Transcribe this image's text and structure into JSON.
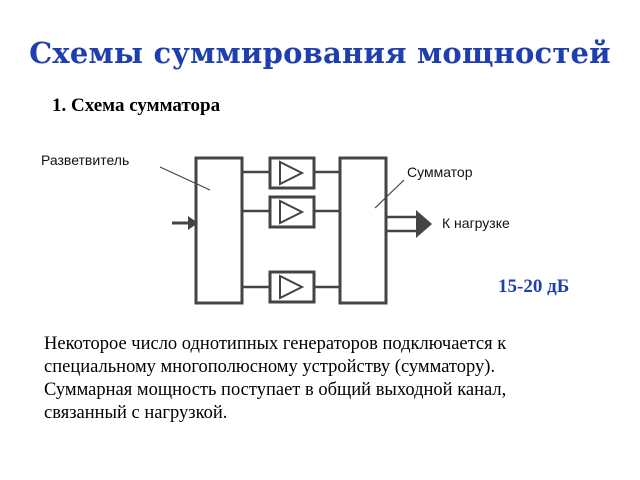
{
  "slide": {
    "title": "Схемы суммирования мощностей",
    "subtitle": "1. Схема сумматора",
    "labels": {
      "splitter": "Разветвитель",
      "combiner": "Сумматор",
      "to_load": "К нагрузке"
    },
    "gain": "15-20 дБ",
    "description_lines": [
      "Некоторое число однотипных генераторов подключается к",
      "специальному многополюсному устройству (сумматору).",
      "Суммарная мощность поступает в общий выходной канал,",
      "связанный с нагрузкой."
    ],
    "colors": {
      "accent": "#1f3fb0",
      "text": "#000000",
      "line": "#444444"
    }
  }
}
